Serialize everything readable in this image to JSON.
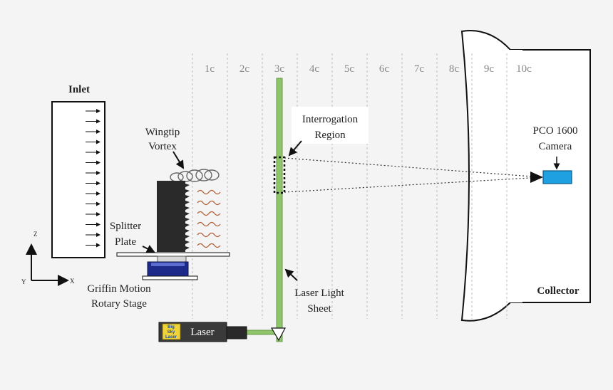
{
  "chord_stations": [
    "1c",
    "2c",
    "3c",
    "4c",
    "5c",
    "6c",
    "7c",
    "8c",
    "9c",
    "10c"
  ],
  "labels": {
    "inlet": "Inlet",
    "wingtip_vortex_line1": "Wingtip",
    "wingtip_vortex_line2": "Vortex",
    "splitter_line1": "Splitter",
    "splitter_line2": "Plate",
    "griffin_line1": "Griffin Motion",
    "griffin_line2": "Rotary Stage",
    "interrogation_line1": "Interrogation",
    "interrogation_line2": "Region",
    "camera_line1": "PCO 1600",
    "camera_line2": "Camera",
    "laser_sheet_line1": "Laser Light",
    "laser_sheet_line2": "Sheet",
    "laser": "Laser",
    "laser_logo_line1": "Big",
    "laser_logo_line2": "Sky",
    "laser_logo_line3": "Laser",
    "collector": "Collector",
    "axis_z": "Z",
    "axis_y": "Y",
    "axis_x": "X"
  },
  "colors": {
    "background": "#f4f4f4",
    "laser_sheet": "#8fc46a",
    "camera": "#1fa0e0",
    "stage": "#1d2a8a",
    "wing": "#2a2a2a",
    "wave": "#b0623a"
  }
}
